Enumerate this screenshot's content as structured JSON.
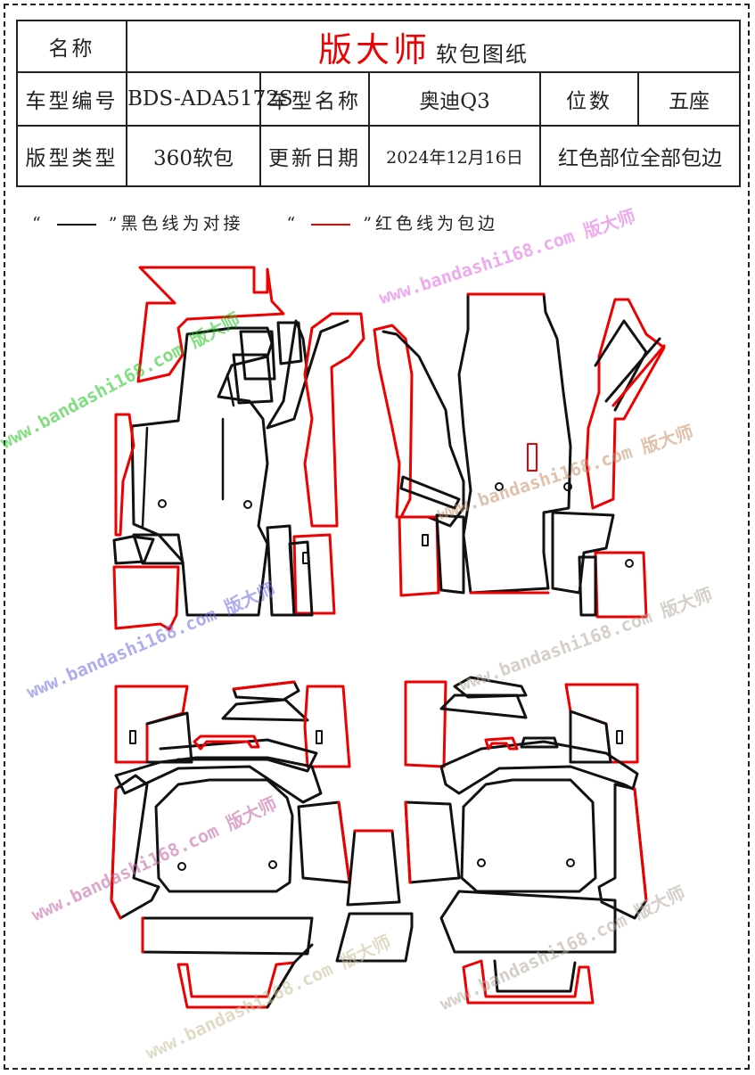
{
  "header": {
    "name_label": "名称",
    "brand": "版大师",
    "doc_type": "软包图纸"
  },
  "spec": {
    "model_code_label": "车型编号",
    "model_code": "BDS-ADA5172S",
    "model_name_label": "车型名称",
    "model_name": "奥迪Q3",
    "seats_label": "位数",
    "seats": "五座",
    "pattern_type_label": "版型类型",
    "pattern_type": "360软包",
    "update_label": "更新日期",
    "update_date": "2024年12月16日",
    "edge_note": "红色部位全部包边"
  },
  "legend": {
    "open_quote": "“",
    "close_quote": "”",
    "black_text": "黑色线为对接",
    "red_text": "红色线为包边",
    "colors": {
      "black": "#111111",
      "red": "#e00000"
    }
  },
  "watermark": {
    "text": "www.bandashi168.com 版大师"
  }
}
